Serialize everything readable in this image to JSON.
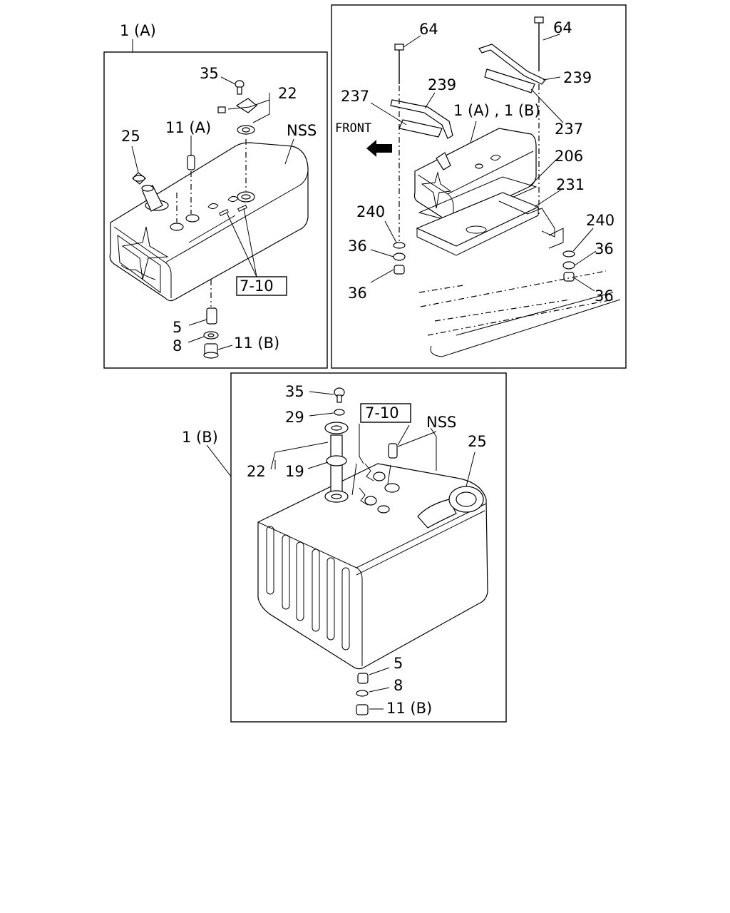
{
  "panel_a": {
    "title": "1 (A)",
    "labels": {
      "p35": "35",
      "p22": "22",
      "p25": "25",
      "p11a": "11 (A)",
      "nss": "NSS",
      "ref": "7-10",
      "p5": "5",
      "p8": "8",
      "p11b": "11 (B)"
    }
  },
  "panel_mount": {
    "labels": {
      "p64_left": "64",
      "p64_right": "64",
      "p239_left": "239",
      "p239_right": "239",
      "p237_left": "237",
      "p237_right": "237",
      "front": "FRONT",
      "tank_ref": "1 (A) , 1 (B)",
      "p206": "206",
      "p231": "231",
      "p240_left": "240",
      "p240_right": "240",
      "p36_l1": "36",
      "p36_l2": "36",
      "p36_r1": "36",
      "p36_r2": "36"
    }
  },
  "panel_b": {
    "title": "1 (B)",
    "labels": {
      "p35": "35",
      "p29": "29",
      "ref": "7-10",
      "nss": "NSS",
      "p25": "25",
      "p22": "22",
      "p19": "19",
      "p5": "5",
      "p8": "8",
      "p11b": "11 (B)"
    }
  }
}
